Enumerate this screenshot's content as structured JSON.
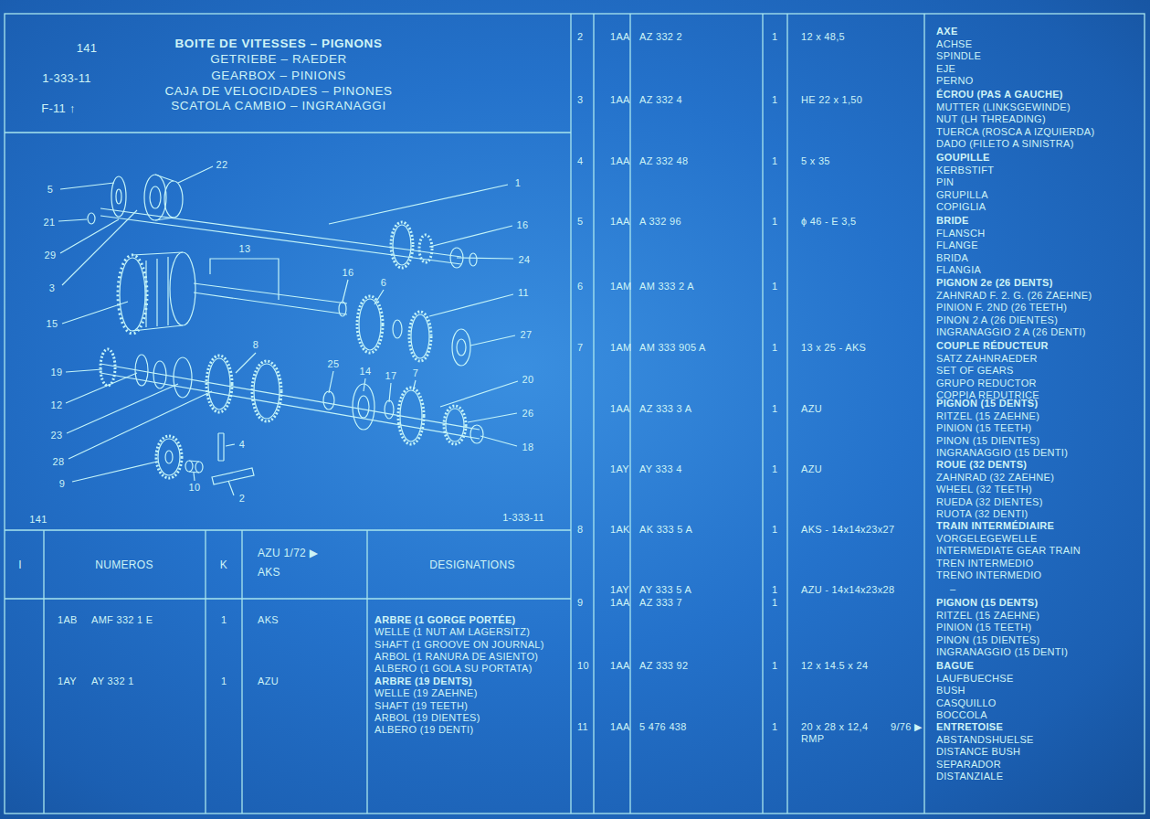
{
  "diagram": {
    "title": "BOITE DE VITESSES – PIGNONS",
    "labels": [
      "141",
      "1-333-11",
      "F-11 ↑",
      "GETRIEBE – RAEDER",
      "GEARBOX – PINIONS",
      "CAJA DE VELOCIDADES – PINONES",
      "SCATOLA CAMBIO – INGRANAGGI",
      "5",
      "22",
      "1",
      "21",
      "29",
      "3",
      "16",
      "24",
      "13",
      "16",
      "6",
      "11",
      "15",
      "27",
      "19",
      "12",
      "8",
      "25",
      "14",
      "17",
      "7",
      "20",
      "23",
      "28",
      "26",
      "18",
      "4",
      "9",
      "10",
      "2",
      "141",
      "1-333-11",
      "I",
      "NUMEROS",
      "K",
      "AZU 1/72 ▶",
      "AKS",
      "DESIGNATIONS",
      "1AB",
      "AMF 332 1 E",
      "1",
      "AKS",
      "ARBRE (1 GORGE PORTÉE)",
      "WELLE (1 NUT AM LAGERSITZ)",
      "SHAFT (1 GROOVE ON JOURNAL)",
      "ARBOL (1 RANURA DE ASIENTO)",
      "ALBERO (1 GOLA SU PORTATA)",
      "1AY",
      "AY 332 1",
      "1",
      "AZU",
      "ARBRE (19 DENTS)",
      "WELLE (19 ZAEHNE)",
      "SHAFT (19 TEETH)",
      "ARBOL (19 DIENTES)",
      "ALBERO (19 DENTI)",
      "2",
      "1AA",
      "AZ 332 2",
      "1",
      "12 x 48,5",
      "AXE",
      "ACHSE",
      "SPINDLE",
      "EJE",
      "PERNO",
      "3",
      "1AA",
      "AZ 332 4",
      "1",
      "HE 22 x 1,50",
      "ÉCROU (PAS A GAUCHE)",
      "MUTTER (LINKSGEWINDE)",
      "NUT (LH THREADING)",
      "TUERCA (ROSCA A IZQUIERDA)",
      "DADO (FILETO A SINISTRA)",
      "4",
      "1AA",
      "AZ 332 48",
      "1",
      "5 x 35",
      "GOUPILLE",
      "KERBSTIFT",
      "PIN",
      "GRUPILLA",
      "COPIGLIA",
      "5",
      "1AA",
      "A 332 96",
      "1",
      "ϕ 46 - E 3,5",
      "BRIDE",
      "FLANSCH",
      "FLANGE",
      "BRIDA",
      "FLANGIA",
      "6",
      "1AM",
      "AM 333 2 A",
      "1",
      "PIGNON 2e (26 DENTS)",
      "ZAHNRAD F. 2. G. (26 ZAEHNE)",
      "PINION F. 2ND (26 TEETH)",
      "PINON 2 A (26 DIENTES)",
      "INGRANAGGIO 2 A (26 DENTI)",
      "7",
      "1AM",
      "AM 333 905 A",
      "1",
      "13 x 25 - AKS",
      "COUPLE RÉDUCTEUR",
      "SATZ ZAHNRAEDER",
      "SET OF GEARS",
      "GRUPO REDUCTOR",
      "COPPIA REDUTRICE",
      "1AA",
      "AZ 333 3 A",
      "1",
      "AZU",
      "PIGNON (15 DENTS)",
      "RITZEL (15 ZAEHNE)",
      "PINION (15 TEETH)",
      "PINON (15 DIENTES)",
      "INGRANAGGIO (15 DENTI)",
      "1AY",
      "AY 333 4",
      "1",
      "AZU",
      "ROUE (32 DENTS)",
      "ZAHNRAD (32 ZAEHNE)",
      "WHEEL (32 TEETH)",
      "RUEDA (32 DIENTES)",
      "RUOTA (32 DENTI)",
      "8",
      "1AK",
      "AK 333 5 A",
      "1",
      "AKS - 14x14x23x27",
      "TRAIN INTERMÉDIAIRE",
      "VORGELEGEWELLE",
      "INTERMEDIATE GEAR TRAIN",
      "TREN INTERMEDIO",
      "TRENO INTERMEDIO",
      "–",
      "1AY",
      "AY 333 5 A",
      "1",
      "AZU - 14x14x23x28",
      "9",
      "1AA",
      "AZ 333 7",
      "1",
      "PIGNON (15 DENTS)",
      "RITZEL (15 ZAEHNE)",
      "PINION (15 TEETH)",
      "PINON (15 DIENTES)",
      "INGRANAGGIO (15 DENTI)",
      "10",
      "1AA",
      "AZ 333 92",
      "1",
      "12 x 14.5 x 24",
      "BAGUE",
      "LAUFBUECHSE",
      "BUSH",
      "CASQUILLO",
      "BOCCOLA",
      "11",
      "1AA",
      "5 476 438",
      "1",
      "20 x 28 x 12,4",
      "9/76 ▶",
      "RMP",
      "ENTRETOISE",
      "ABSTANDSHUELSE",
      "DISTANCE BUSH",
      "SEPARADOR",
      "DISTANZIALE"
    ]
  }
}
